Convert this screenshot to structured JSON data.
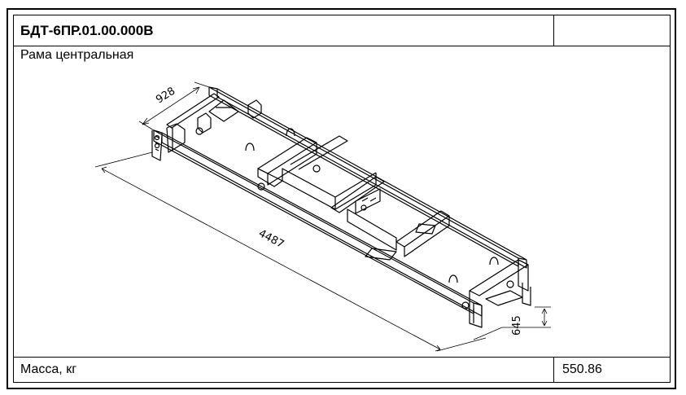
{
  "document": {
    "designation": "БДТ-6ПР.01.00.000В",
    "name": "Рама центральная",
    "mass_label": "Масса, кг",
    "mass_value": "550.86"
  },
  "dimensions": {
    "width": "928",
    "length": "4487",
    "height": "645"
  }
}
